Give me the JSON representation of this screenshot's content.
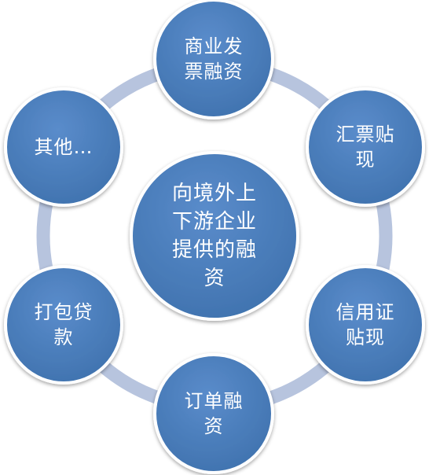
{
  "center": {
    "label": "向境外上\n下游企业\n提供的融\n资"
  },
  "nodes": [
    {
      "id": "commercial-invoice-financing",
      "label": "商业发\n票融资"
    },
    {
      "id": "bill-discounting",
      "label": "汇票贴\n现"
    },
    {
      "id": "lc-discounting",
      "label": "信用证\n贴现"
    },
    {
      "id": "order-financing",
      "label": "订单融\n资"
    },
    {
      "id": "packing-loan",
      "label": "打包贷\n款"
    },
    {
      "id": "others",
      "label": "其他…"
    }
  ],
  "colors": {
    "node_fill": "#4a7ebb",
    "node_border": "#ffffff",
    "ring": "#b7c4de",
    "text": "#ffffff"
  }
}
